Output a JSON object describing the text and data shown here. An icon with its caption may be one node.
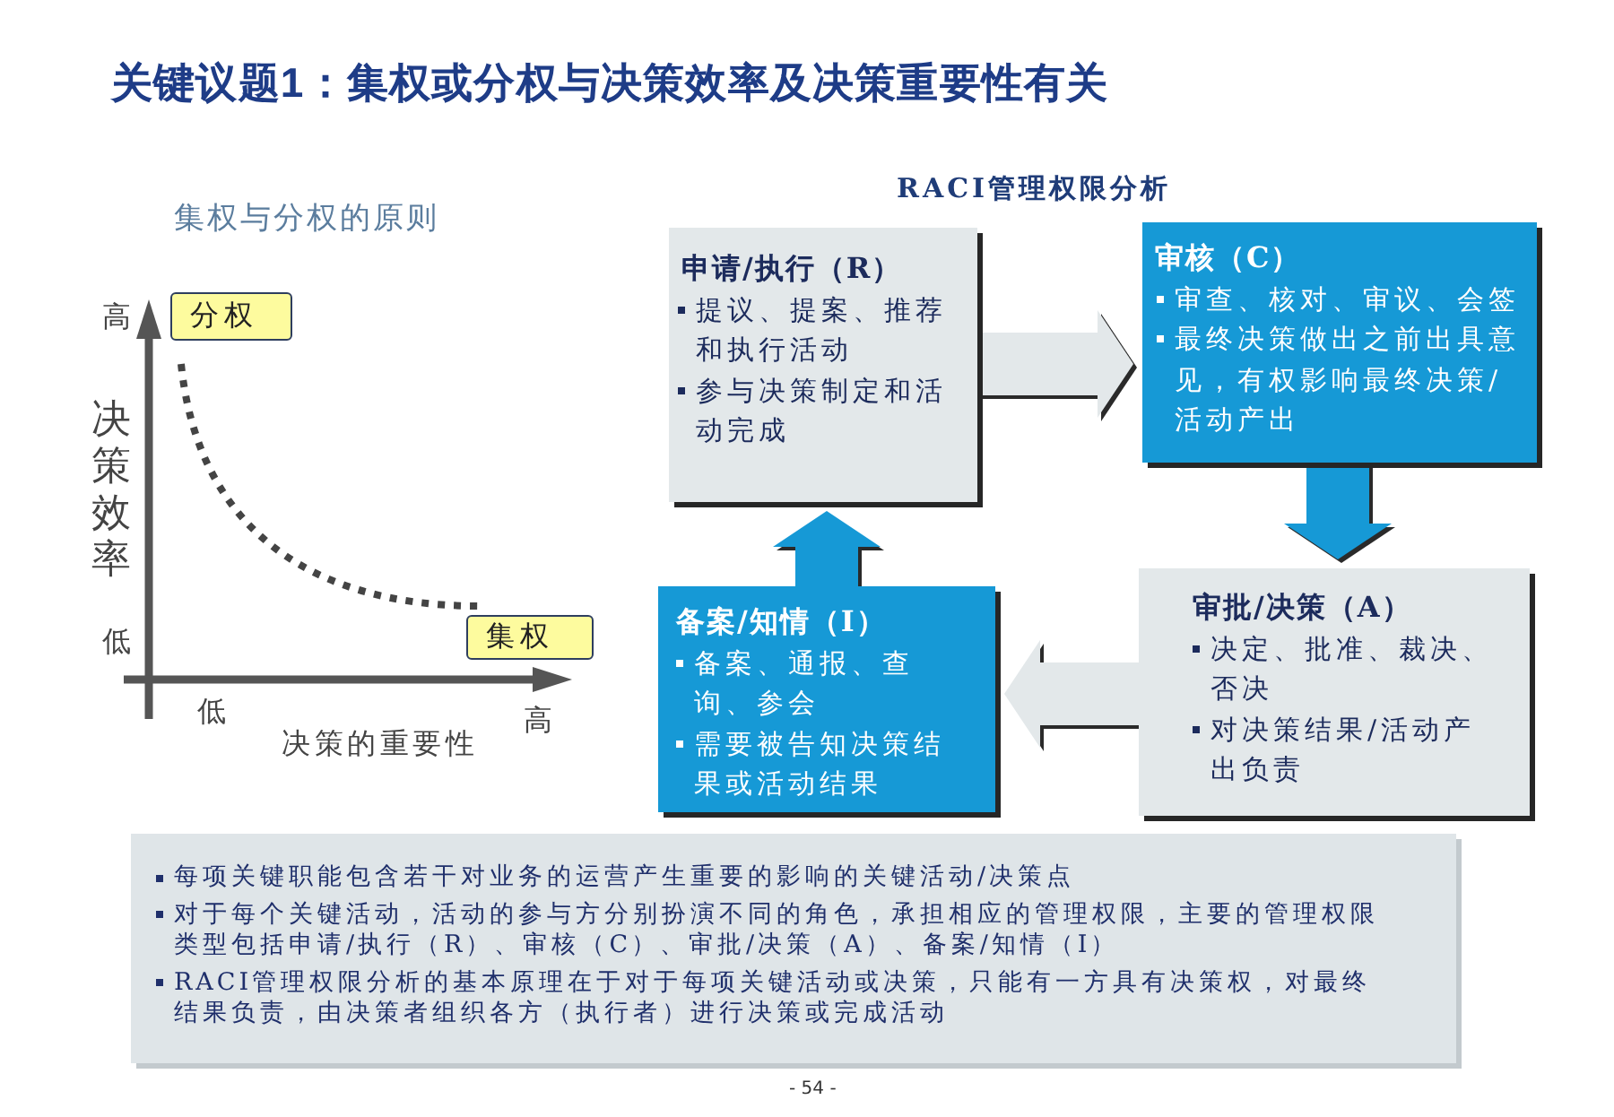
{
  "diagram": {
    "title": "关键议题1：集权或分权与决策效率及决策重要性有关",
    "nodes": [
      {
        "text": [
          "分权"
        ]
      },
      {
        "text": [
          "集权"
        ]
      },
      {
        "text": [
          "申请/执行（R）",
          "提议、提案、推荐和执行活动",
          "参与决策制定和活动完成"
        ]
      },
      {
        "text": [
          "审核（C）",
          "审查、核对、审议、会签",
          "最终决策做出之前出具意见，有权影响最终决策/活动产出"
        ]
      },
      {
        "text": [
          "备案/知情（I）",
          "备案、通报、查询、参会",
          "需要被告知决策结果或活动结果"
        ]
      },
      {
        "text": [
          "审批/决策（A）",
          "决定、批准、裁决、否决",
          "对决策结果/活动产出负责"
        ]
      },
      {
        "text": [
          "每项关键职能包含若干对业务的运营产生重要的影响的关键活动/决策点",
          "对于每个关键活动，活动的参与方分别扮演不同的角色，承担相应的管理权限，主要的管理权限类型包括申请/执行（R）、审核（C）、审批/决策（A）、备案/知情（I）",
          "RACI管理权限分析的基本原理在于对于每项关键活动或决策，只能有一方具有决策权，对最终结果负责，由决策者组织各方（执行者）进行决策或完成活动"
        ]
      }
    ],
    "edges": [
      {
        "from": 2,
        "to": 3,
        "arrow": "to"
      },
      {
        "from": 3,
        "to": 5,
        "arrow": "to",
        "color": "#1699d6"
      },
      {
        "from": 5,
        "to": 4,
        "arrow": "to"
      },
      {
        "from": 4,
        "to": 2,
        "arrow": "to",
        "color": "#1699d6"
      }
    ],
    "labels": [
      "集权与分权的原则",
      "RACI管理权限分析",
      "高",
      "决策效率",
      "低",
      "低",
      "高",
      "决策的重要性",
      "- 54 -"
    ]
  }
}
